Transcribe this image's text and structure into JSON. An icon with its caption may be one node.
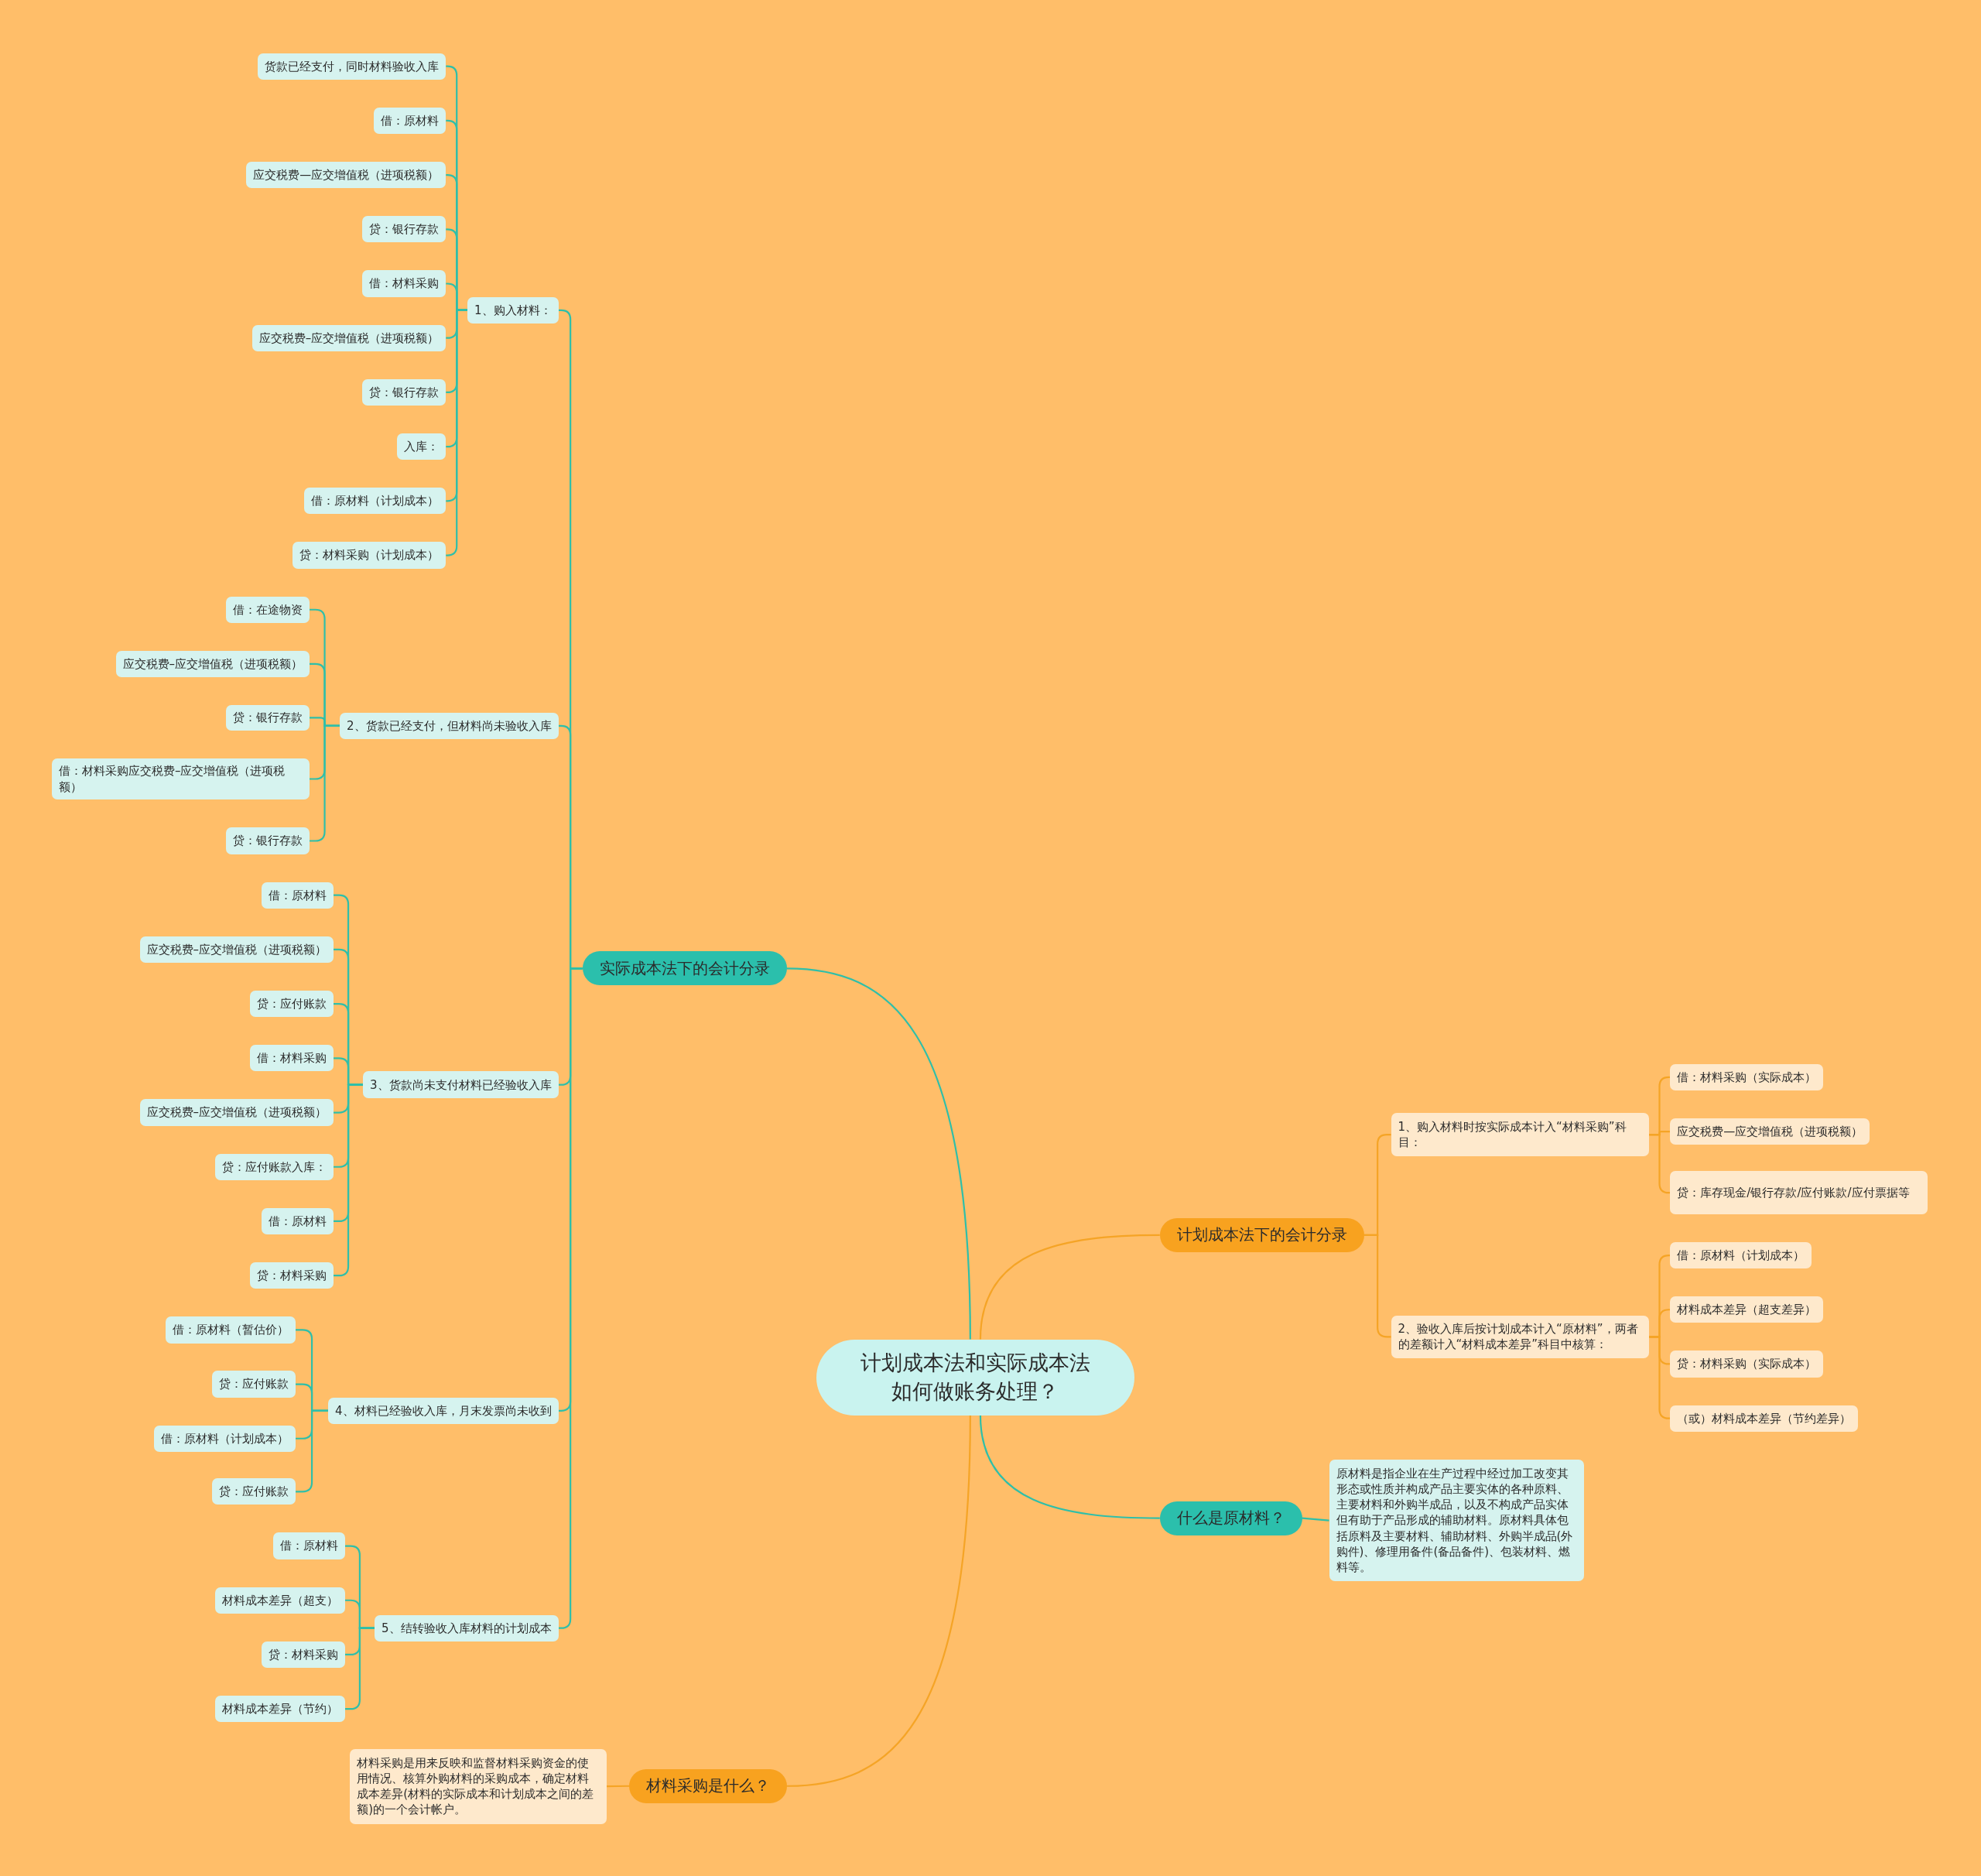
{
  "diagram": {
    "nodes": [
      {
        "text": [
          "计划成本法和实际成本法如何做账务处理？"
        ]
      },
      {
        "text": [
          "实际成本法下的会计分录"
        ]
      },
      {
        "text": [
          "1、购入材料："
        ]
      },
      {
        "text": [
          "货款已经支付，同时材料验收入库"
        ]
      },
      {
        "text": [
          "借：原材料"
        ]
      },
      {
        "text": [
          "应交税费—应交增值税（进项税额）"
        ]
      },
      {
        "text": [
          "贷：银行存款"
        ]
      },
      {
        "text": [
          "借：材料采购"
        ]
      },
      {
        "text": [
          "应交税费–应交增值税（进项税额）"
        ]
      },
      {
        "text": [
          "贷：银行存款"
        ]
      },
      {
        "text": [
          "入库："
        ]
      },
      {
        "text": [
          "借：原材料（计划成本）"
        ]
      },
      {
        "text": [
          "贷：材料采购（计划成本）"
        ]
      },
      {
        "text": [
          "2、货款已经支付，但材料尚未验收入库"
        ]
      },
      {
        "text": [
          "借：在途物资"
        ]
      },
      {
        "text": [
          "应交税费–应交增值税（进项税额）"
        ]
      },
      {
        "text": [
          "贷：银行存款"
        ]
      },
      {
        "text": [
          "借：材料采购应交税费–应交增值税（进项税额）"
        ]
      },
      {
        "text": [
          "贷：银行存款"
        ]
      },
      {
        "text": [
          "3、货款尚未支付材料已经验收入库"
        ]
      },
      {
        "text": [
          "借：原材料"
        ]
      },
      {
        "text": [
          "应交税费–应交增值税（进项税额）"
        ]
      },
      {
        "text": [
          "贷：应付账款"
        ]
      },
      {
        "text": [
          "借：材料采购"
        ]
      },
      {
        "text": [
          "应交税费–应交增值税（进项税额）"
        ]
      },
      {
        "text": [
          "贷：应付账款入库："
        ]
      },
      {
        "text": [
          "借：原材料"
        ]
      },
      {
        "text": [
          "贷：材料采购"
        ]
      },
      {
        "text": [
          "4、材料已经验收入库，月末发票尚未收到"
        ]
      },
      {
        "text": [
          "借：原材料（暂估价）"
        ]
      },
      {
        "text": [
          "贷：应付账款"
        ]
      },
      {
        "text": [
          "借：原材料（计划成本）"
        ]
      },
      {
        "text": [
          "贷：应付账款"
        ]
      },
      {
        "text": [
          "5、结转验收入库材料的计划成本"
        ]
      },
      {
        "text": [
          "借：原材料"
        ]
      },
      {
        "text": [
          "材料成本差异（超支）"
        ]
      },
      {
        "text": [
          "贷：材料采购"
        ]
      },
      {
        "text": [
          "材料成本差异（节约）"
        ]
      },
      {
        "text": [
          "计划成本法下的会计分录"
        ]
      },
      {
        "text": [
          "1、购入材料时按实际成本计入“材料采购”科目："
        ]
      },
      {
        "text": [
          "借：材料采购（实际成本）"
        ]
      },
      {
        "text": [
          "应交税费—应交增值税（进项税额）"
        ]
      },
      {
        "text": [
          "贷：库存现金/银行存款/应付账款/应付票据等"
        ]
      },
      {
        "text": [
          "2、验收入库后按计划成本计入“原材料”，两者的差额计入“材料成本差异”科目中核算："
        ]
      },
      {
        "text": [
          "借：原材料（计划成本）"
        ]
      },
      {
        "text": [
          "材料成本差异（超支差异）"
        ]
      },
      {
        "text": [
          "贷：材料采购（实际成本）"
        ]
      },
      {
        "text": [
          "（或）材料成本差异（节约差异）"
        ]
      },
      {
        "text": [
          "什么是原材料？"
        ]
      },
      {
        "text": [
          "原材料是指企业在生产过程中经过加工改变其形态或性质并构成产品主要实体的各种原料、主要材料和外购半成品，以及不构成产品实体但有助于产品形成的辅助材料。原材料具体包括原料及主要材料、辅助材料、外购半成品(外购件)、修理用备件(备品备件)、包装材料、燃料等。"
        ]
      },
      {
        "text": [
          "材料采购是什么？"
        ]
      },
      {
        "text": [
          "材料采购是用来反映和监督材料采购资金的使用情况、核算外购材料的采购成本，确定材料成本差异(材料的实际成本和计划成本之间的差额)的一个会计帐户。"
        ]
      }
    ],
    "edges": [
      {
        "from": 0,
        "to": 1,
        "arrow": "none"
      },
      {
        "from": 1,
        "to": 2,
        "arrow": "none"
      },
      {
        "from": 2,
        "to": 3,
        "arrow": "none"
      },
      {
        "from": 2,
        "to": 4,
        "arrow": "none"
      },
      {
        "from": 2,
        "to": 5,
        "arrow": "none"
      },
      {
        "from": 2,
        "to": 6,
        "arrow": "none"
      },
      {
        "from": 2,
        "to": 7,
        "arrow": "none"
      },
      {
        "from": 2,
        "to": 8,
        "arrow": "none"
      },
      {
        "from": 2,
        "to": 9,
        "arrow": "none"
      },
      {
        "from": 2,
        "to": 10,
        "arrow": "none"
      },
      {
        "from": 2,
        "to": 11,
        "arrow": "none"
      },
      {
        "from": 2,
        "to": 12,
        "arrow": "none"
      },
      {
        "from": 1,
        "to": 13,
        "arrow": "none"
      },
      {
        "from": 13,
        "to": 14,
        "arrow": "none"
      },
      {
        "from": 13,
        "to": 15,
        "arrow": "none"
      },
      {
        "from": 13,
        "to": 16,
        "arrow": "none"
      },
      {
        "from": 13,
        "to": 17,
        "arrow": "none"
      },
      {
        "from": 13,
        "to": 18,
        "arrow": "none"
      },
      {
        "from": 1,
        "to": 19,
        "arrow": "none"
      },
      {
        "from": 19,
        "to": 20,
        "arrow": "none"
      },
      {
        "from": 19,
        "to": 21,
        "arrow": "none"
      },
      {
        "from": 19,
        "to": 22,
        "arrow": "none"
      },
      {
        "from": 19,
        "to": 23,
        "arrow": "none"
      },
      {
        "from": 19,
        "to": 24,
        "arrow": "none"
      },
      {
        "from": 19,
        "to": 25,
        "arrow": "none"
      },
      {
        "from": 19,
        "to": 26,
        "arrow": "none"
      },
      {
        "from": 19,
        "to": 27,
        "arrow": "none"
      },
      {
        "from": 1,
        "to": 28,
        "arrow": "none"
      },
      {
        "from": 28,
        "to": 29,
        "arrow": "none"
      },
      {
        "from": 28,
        "to": 30,
        "arrow": "none"
      },
      {
        "from": 28,
        "to": 31,
        "arrow": "none"
      },
      {
        "from": 28,
        "to": 32,
        "arrow": "none"
      },
      {
        "from": 1,
        "to": 33,
        "arrow": "none"
      },
      {
        "from": 33,
        "to": 34,
        "arrow": "none"
      },
      {
        "from": 33,
        "to": 35,
        "arrow": "none"
      },
      {
        "from": 33,
        "to": 36,
        "arrow": "none"
      },
      {
        "from": 33,
        "to": 37,
        "arrow": "none"
      },
      {
        "from": 0,
        "to": 38,
        "arrow": "none",
        "color": "#f5a426"
      },
      {
        "from": 38,
        "to": 39,
        "arrow": "none",
        "color": "#f5a426"
      },
      {
        "from": 39,
        "to": 40,
        "arrow": "none",
        "color": "#f5a426"
      },
      {
        "from": 39,
        "to": 41,
        "arrow": "none",
        "color": "#f5a426"
      },
      {
        "from": 39,
        "to": 42,
        "arrow": "none",
        "color": "#f5a426"
      },
      {
        "from": 38,
        "to": 43,
        "arrow": "none",
        "color": "#f5a426"
      },
      {
        "from": 43,
        "to": 44,
        "arrow": "none",
        "color": "#f5a426"
      },
      {
        "from": 43,
        "to": 45,
        "arrow": "none",
        "color": "#f5a426"
      },
      {
        "from": 43,
        "to": 46,
        "arrow": "none",
        "color": "#f5a426"
      },
      {
        "from": 43,
        "to": 47,
        "arrow": "none",
        "color": "#f5a426"
      },
      {
        "from": 0,
        "to": 48,
        "arrow": "none"
      },
      {
        "from": 48,
        "to": 49,
        "arrow": "none"
      },
      {
        "from": 0,
        "to": 50,
        "arrow": "none",
        "color": "#f5a426"
      },
      {
        "from": 50,
        "to": 51,
        "arrow": "none",
        "color": "#f5a426"
      }
    ]
  }
}
